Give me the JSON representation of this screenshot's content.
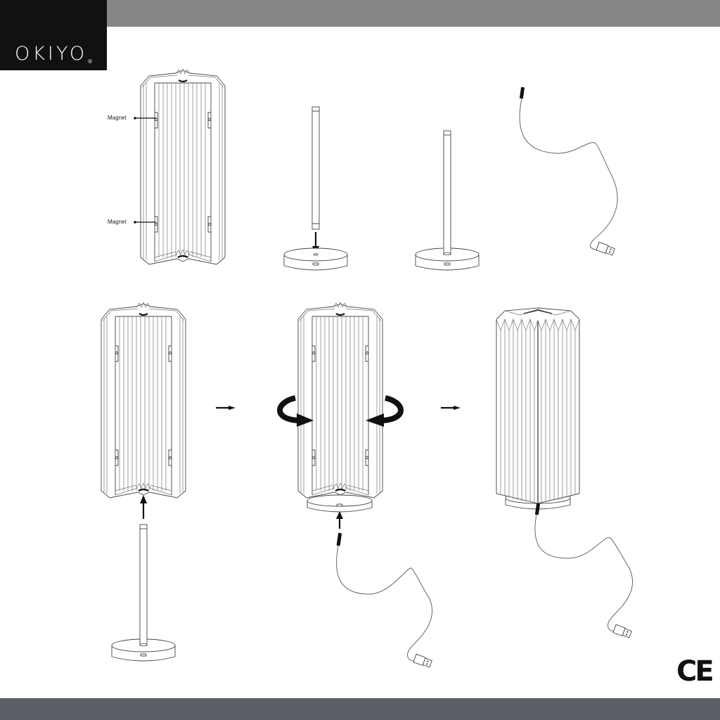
{
  "brand": {
    "name": "OKIYO",
    "registered_mark": "®",
    "logo_bg": "#111111"
  },
  "colors": {
    "top_bar": "#878787",
    "bottom_bar": "#5b5f66",
    "line": "#444444",
    "arrow": "#111111"
  },
  "steps_row1": [
    {
      "id": "shade-open",
      "labels": [
        "Magnet",
        "Magnet"
      ]
    },
    {
      "id": "rod-insert-into-base"
    },
    {
      "id": "rod-in-base"
    },
    {
      "id": "usb-cable"
    }
  ],
  "steps_row2": [
    {
      "id": "shade-over-rod"
    },
    {
      "id": "close-shade-with-cable"
    },
    {
      "id": "assembled-lamp-with-cable"
    }
  ],
  "labels": {
    "magnet_top": "Magnet",
    "magnet_bottom": "Magnet"
  },
  "certification": {
    "mark": "CE"
  }
}
